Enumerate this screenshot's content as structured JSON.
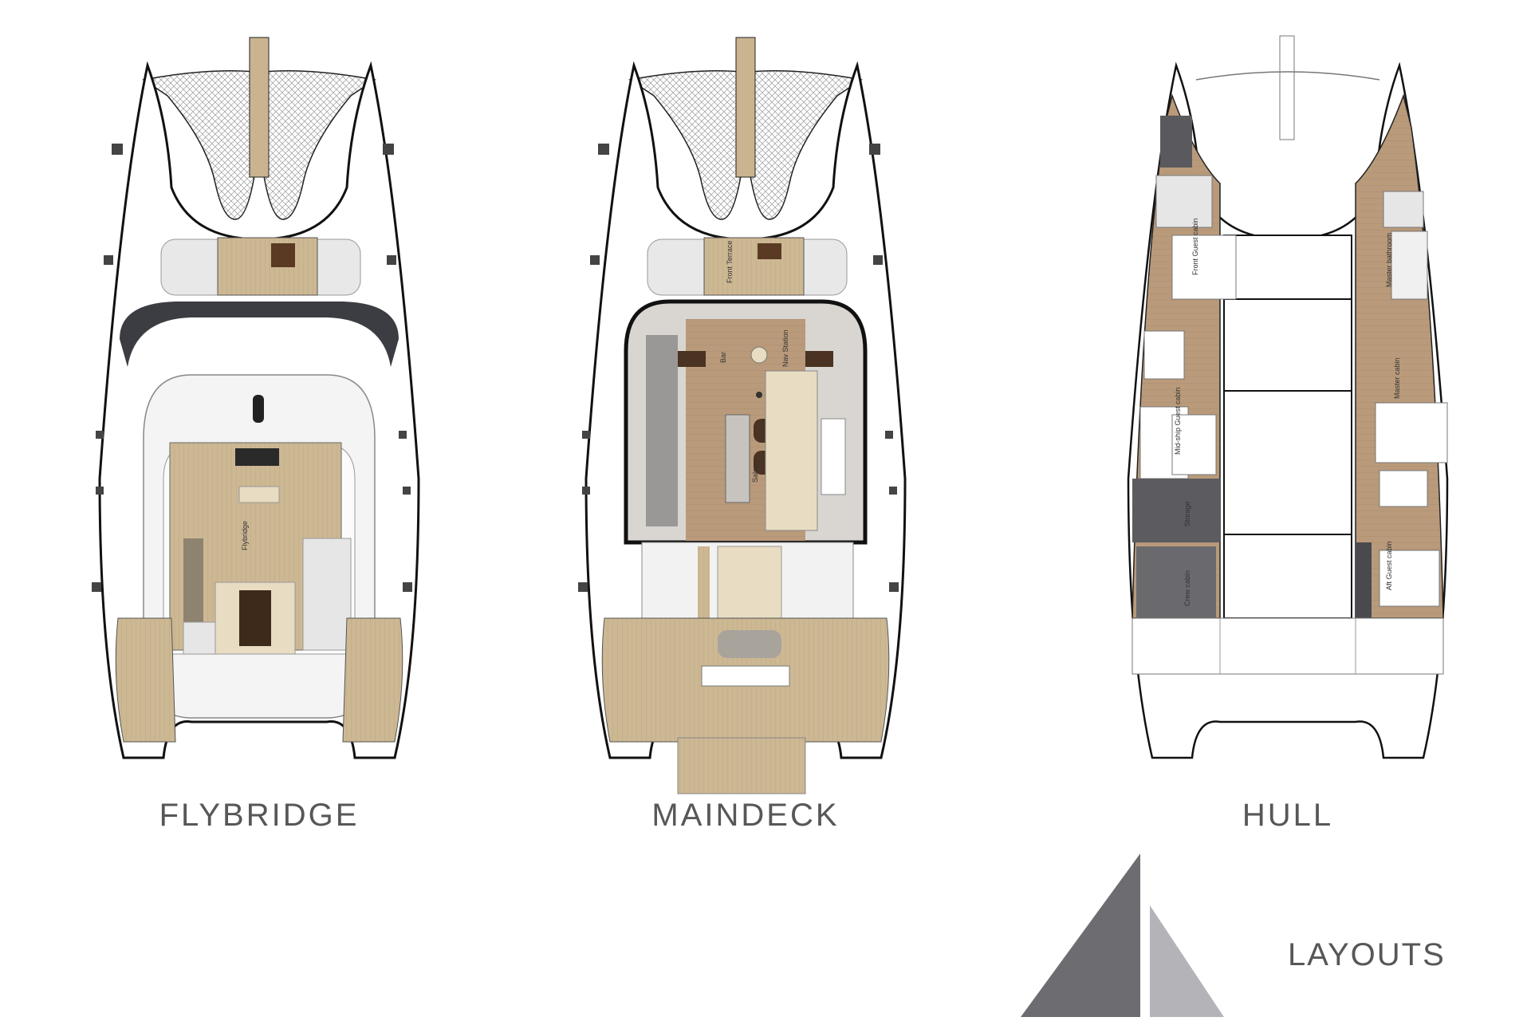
{
  "decks": [
    {
      "id": "flybridge",
      "title": "FLYBRIDGE",
      "labels": [
        "Flybridge"
      ]
    },
    {
      "id": "maindeck",
      "title": "MAINDECK",
      "labels": [
        "Front Terrace",
        "Bar",
        "Nav Station",
        "Saloon"
      ]
    },
    {
      "id": "hull",
      "title": "HULL",
      "labels": [
        "Front Guest cabin",
        "Master bathroom",
        "Master cabin",
        "Mid-ship Guest cabin",
        "Storage",
        "Aft Guest cabin",
        "Crew cabin"
      ]
    }
  ],
  "footer": {
    "title": "LAYOUTS"
  },
  "colors": {
    "wood": "#c9b48f",
    "dark_wood": "#5a3a22",
    "hull_line": "#111111",
    "grey": "#8b8b8e",
    "logo_dark": "#6d6d71",
    "logo_light": "#b4b4b8"
  }
}
